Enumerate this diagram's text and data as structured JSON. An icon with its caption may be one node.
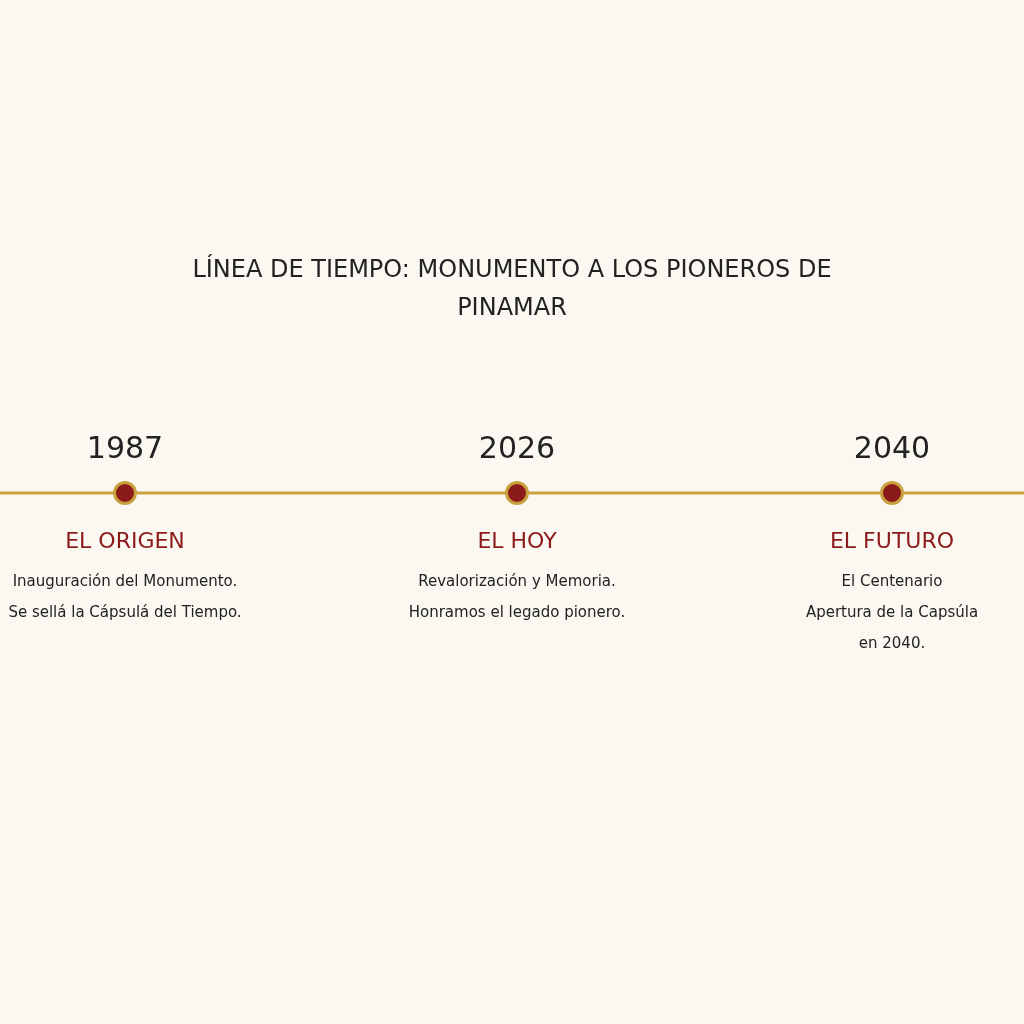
{
  "diagram": {
    "title": "LÍNEA DE TIEMPO: MONUMENTO A LOS PIONEROS DE PINAMAR",
    "nodes": [
      {
        "text": [],
        "shape": "circle",
        "beside": [
          "1987",
          "EL ORIGEN",
          "Inauguración del Monumento.",
          "Se sellá la Cápsulá del Tiempo."
        ]
      },
      {
        "text": [],
        "shape": "circle",
        "beside": [
          "2026",
          "EL HOY",
          "Revalorización y Memoria.",
          "Honramos el legado pionero."
        ]
      },
      {
        "text": [],
        "shape": "circle",
        "beside": [
          "2040",
          "EL FUTURO",
          "El Centenario",
          "Apertura de la Capsúla en 2040."
        ]
      }
    ],
    "edges": [
      {
        "from": null,
        "to": 0,
        "arrow": "none"
      },
      {
        "from": 0,
        "to": 1,
        "arrow": "none"
      },
      {
        "from": 1,
        "to": 2,
        "arrow": "none"
      },
      {
        "from": 2,
        "to": null,
        "arrow": "none"
      }
    ]
  }
}
